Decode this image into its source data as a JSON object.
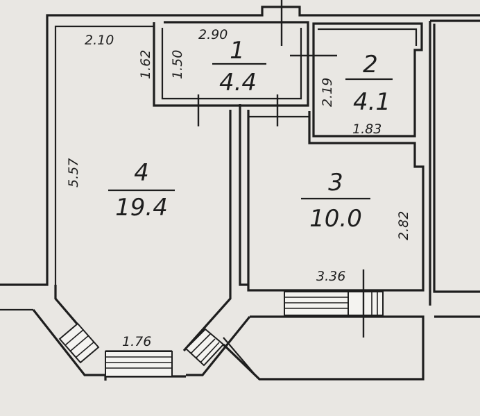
{
  "rooms": [
    {
      "number": "1",
      "area": "4.4"
    },
    {
      "number": "2",
      "area": "4.1"
    },
    {
      "number": "3",
      "area": "10.0"
    },
    {
      "number": "4",
      "area": "19.4"
    }
  ],
  "dimensions": {
    "room4_top_width": "2.10",
    "room4_height": "5.57",
    "room4_bay_width": "1.76",
    "room1_width": "2.90",
    "room1_left_height_outer": "1.62",
    "room1_left_height_inner": "1.50",
    "room2_height": "2.19",
    "room2_width": "1.83",
    "room3_height": "2.82",
    "room3_width": "3.36"
  }
}
